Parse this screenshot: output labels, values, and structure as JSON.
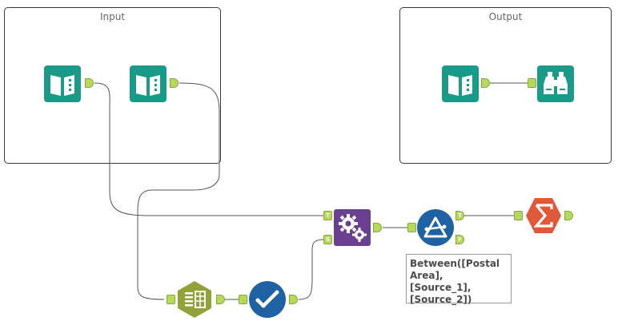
{
  "containers": {
    "input": {
      "title": "Input"
    },
    "output": {
      "title": "Output"
    }
  },
  "tools": {
    "input_1": {
      "icon": "book-icon",
      "color": "#1a9b8a"
    },
    "input_2": {
      "icon": "book-icon",
      "color": "#1a9b8a"
    },
    "input_3": {
      "icon": "book-icon",
      "color": "#1a9b8a"
    },
    "browse": {
      "icon": "binoculars-icon",
      "color": "#1a9b8a"
    },
    "multi_field_formula": {
      "icon": "formula-table-icon",
      "color": "#8fa33a"
    },
    "select": {
      "icon": "check-icon",
      "color": "#1f62a3"
    },
    "append_fields": {
      "icon": "gears-icon",
      "color": "#6a3f8f"
    },
    "filter": {
      "icon": "filter-triangle-icon",
      "color": "#1f62a3"
    },
    "summarize": {
      "icon": "sigma-icon",
      "color": "#e05a3a"
    }
  },
  "anchors": {
    "target_label": "T",
    "source_label": "S",
    "true_label": "T",
    "false_label": "F"
  },
  "annotation": {
    "filter_expression": "Between([Postal Area], [Source_1], [Source_2])"
  },
  "colors": {
    "anchor_fill": "#b7d95b",
    "connection": "#555555",
    "container_border": "#3a3a3a"
  }
}
